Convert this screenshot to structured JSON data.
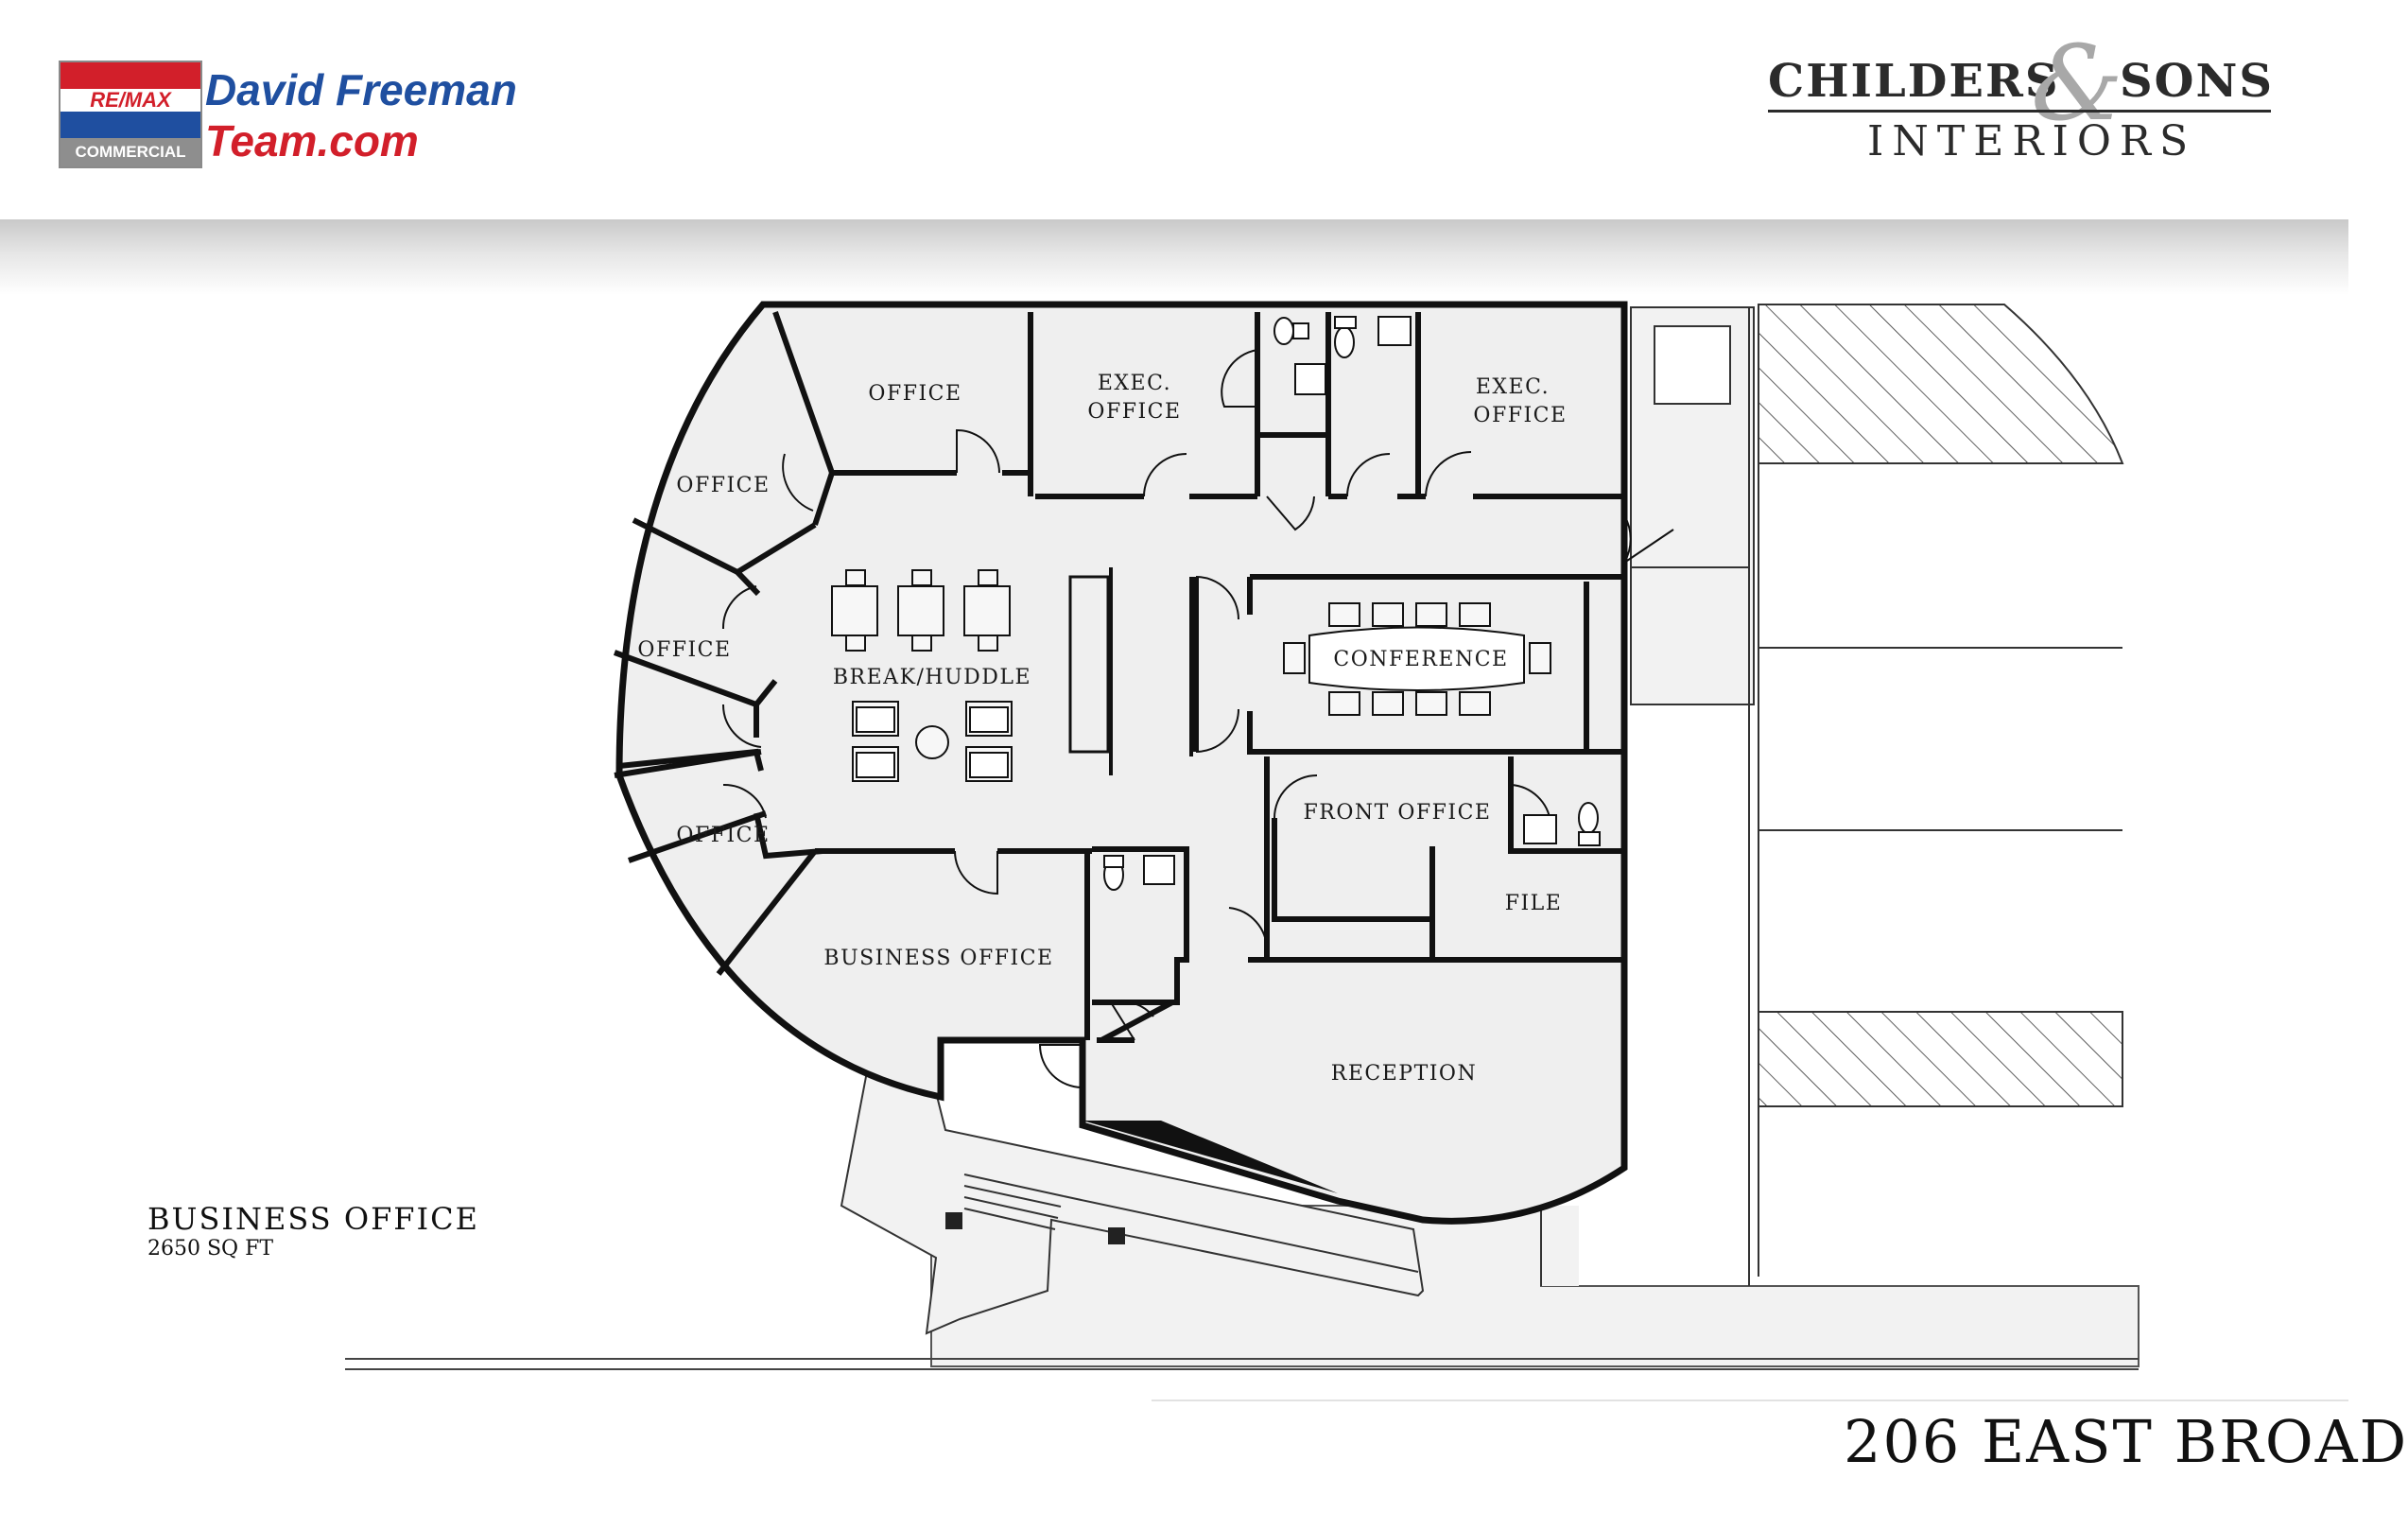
{
  "header": {
    "left_logo": {
      "badge_top": "RE/MAX",
      "badge_bottom": "COMMERCIAL",
      "line1": "David Freeman",
      "line2": "Team.com",
      "colors": {
        "blue": "#1f4fa0",
        "red": "#d21f2a",
        "gray": "#8e8e8e"
      }
    },
    "right_logo": {
      "word1": "CHILDERS",
      "ampersand": "&",
      "word2": "SONS",
      "word3": "INTERIORS"
    }
  },
  "plan": {
    "rooms": {
      "office_top": "OFFICE",
      "exec_office_left_1": "EXEC.",
      "exec_office_left_2": "OFFICE",
      "exec_office_right_1": "EXEC.",
      "exec_office_right_2": "OFFICE",
      "office_left_upper": "OFFICE",
      "office_left_mid": "OFFICE",
      "office_left_lower": "OFFICE",
      "break_huddle": "BREAK/HUDDLE",
      "conference": "CONFERENCE",
      "front_office": "FRONT OFFICE",
      "file": "FILE",
      "business_office": "BUSINESS OFFICE",
      "reception": "RECEPTION"
    },
    "colors": {
      "floor": "#efefef",
      "wall": "#111111",
      "hatch": "#333333"
    }
  },
  "caption": {
    "title": "BUSINESS OFFICE",
    "area": "2650 SQ FT"
  },
  "address": "206 EAST BROAD"
}
